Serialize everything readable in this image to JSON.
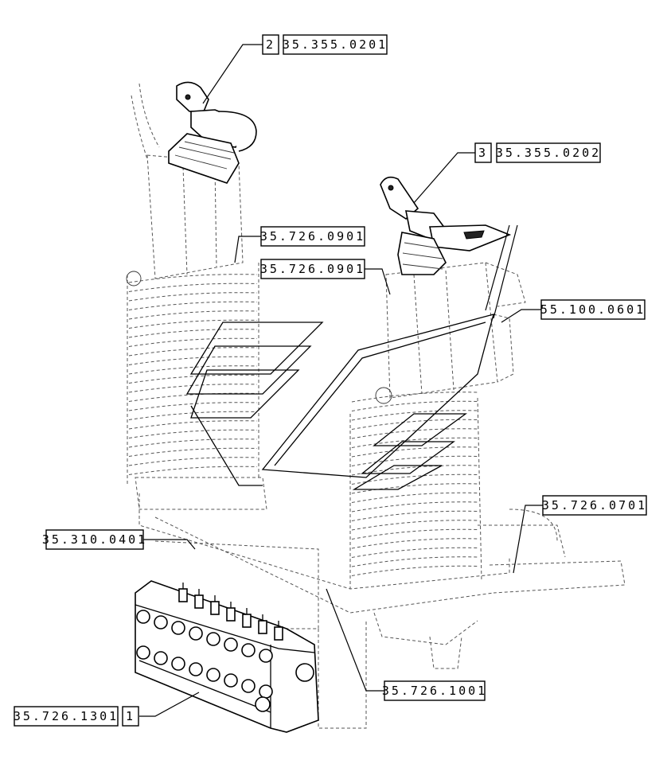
{
  "callouts": [
    {
      "id": "c1",
      "item": "2",
      "ref": "35.355.0201"
    },
    {
      "id": "c2",
      "item": "3",
      "ref": "35.355.0202"
    },
    {
      "id": "c3",
      "item": "",
      "ref": "35.726.0901"
    },
    {
      "id": "c4",
      "item": "",
      "ref": "35.726.0901"
    },
    {
      "id": "c5",
      "item": "",
      "ref": "55.100.0601"
    },
    {
      "id": "c6",
      "item": "",
      "ref": "35.726.0701"
    },
    {
      "id": "c7",
      "item": "",
      "ref": "35.310.0401"
    },
    {
      "id": "c8",
      "item": "",
      "ref": "35.726.1001"
    },
    {
      "id": "c9",
      "item": "1",
      "ref": "35.726.1301"
    }
  ]
}
